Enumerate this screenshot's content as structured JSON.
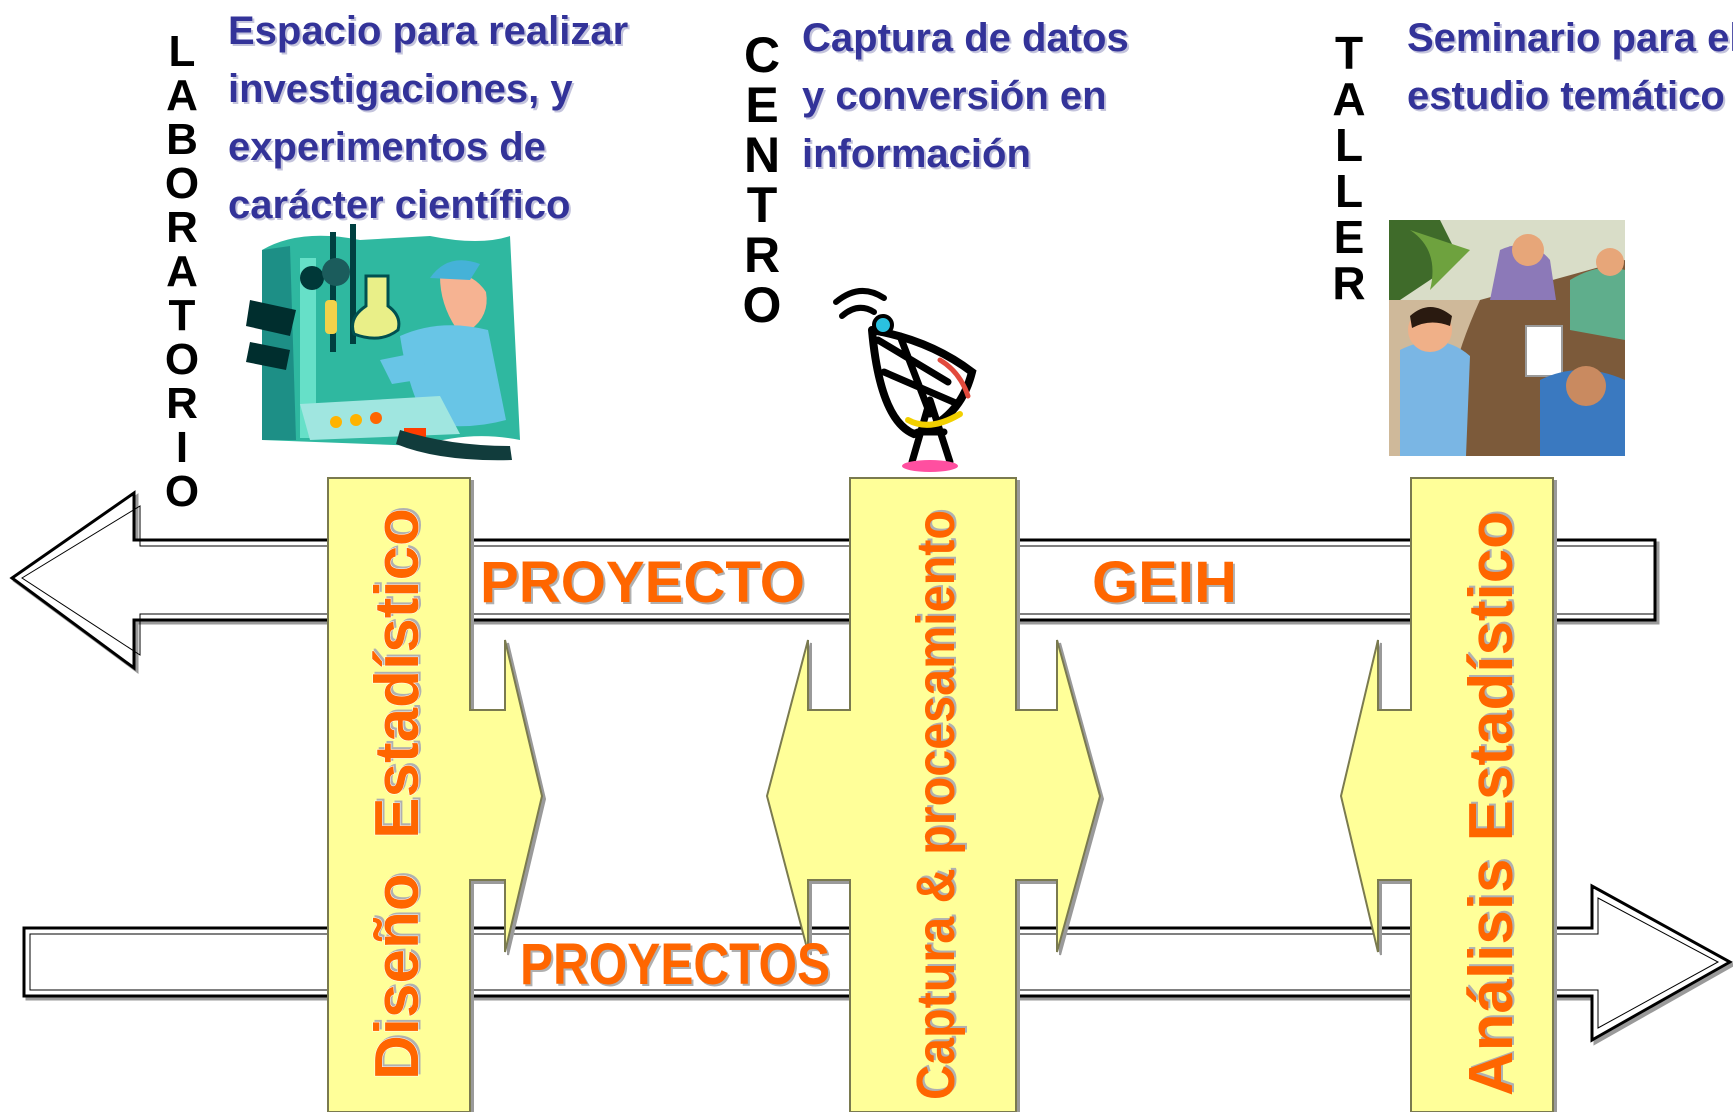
{
  "sections": [
    {
      "vertical_word": "LABORATORIO",
      "description_lines": [
        "Espacio para realizar",
        "investigaciones, y",
        "experimentos de",
        "carácter científico"
      ],
      "stage_label": "Diseño  Estadístico"
    },
    {
      "vertical_word": "CENTRO",
      "description_lines": [
        "Captura de datos",
        "y conversión en",
        "información"
      ],
      "stage_label": "Captura & procesamiento"
    },
    {
      "vertical_word": "TALLER",
      "description_lines": [
        "Seminario para el",
        "estudio temático"
      ],
      "stage_label": "Análisis Estadístico"
    }
  ],
  "flow_labels": {
    "top_left": "PROYECTO",
    "top_right": "GEIH",
    "bottom": "PROYECTOS"
  },
  "colors": {
    "description_text": "#333399",
    "stage_fill": "#ffff99",
    "stage_text": "#ff6600",
    "arrow_outline": "#000000"
  },
  "icons": {
    "laboratorio": "lab-scientist-icon",
    "centro": "satellite-dish-icon",
    "taller": "meeting-group-icon"
  }
}
